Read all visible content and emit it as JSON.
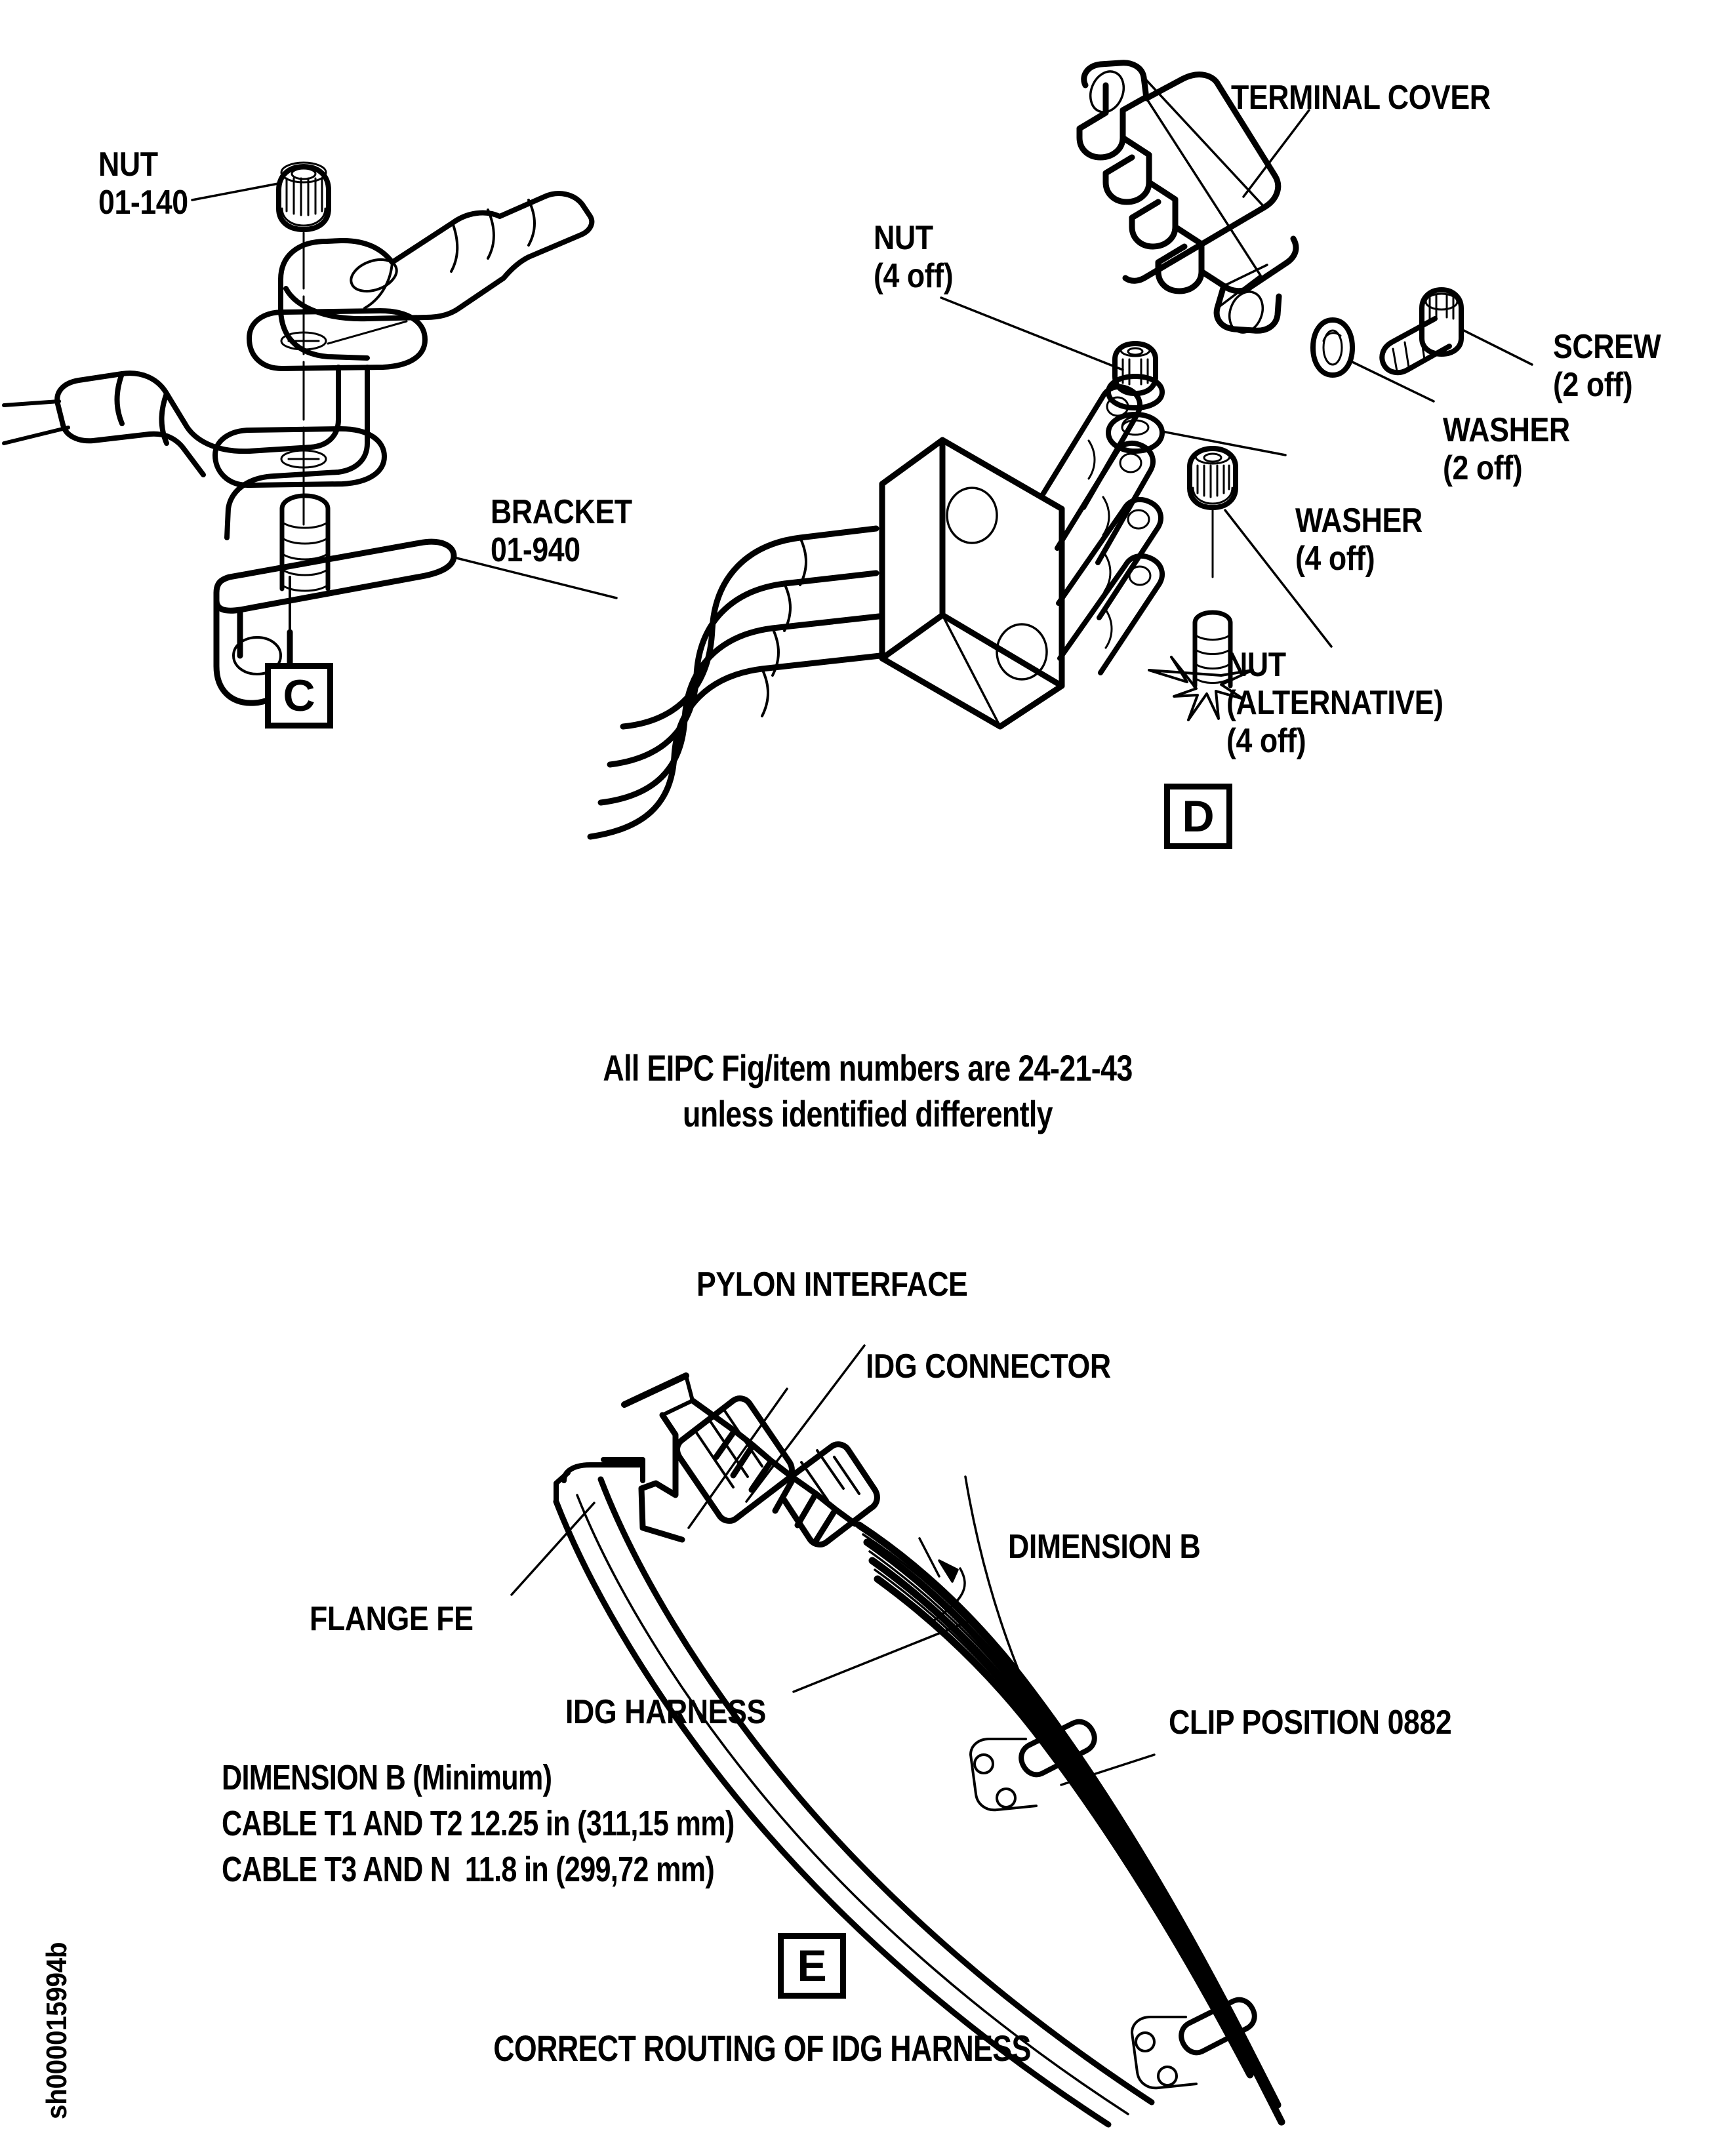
{
  "sheet": {
    "id": "sh000015994b"
  },
  "note": {
    "line1": "All EIPC Fig/item numbers are 24-21-43",
    "line2": "unless identified differently"
  },
  "sections": {
    "c": {
      "tag": "C",
      "labels": {
        "nut": "NUT\n01-140",
        "bracket": "BRACKET\n01-940"
      }
    },
    "d": {
      "tag": "D",
      "labels": {
        "terminal_cover": "TERMINAL COVER",
        "nut_4off": "NUT\n(4 off)",
        "screw_2off": "SCREW\n(2 off)",
        "washer_2off": "WASHER\n(2 off)",
        "washer_4off": "WASHER\n(4 off)",
        "nut_alternative": "NUT\n(ALTERNATIVE)\n(4 off)"
      }
    },
    "e": {
      "tag": "E",
      "caption": "CORRECT ROUTING OF IDG HARNESS",
      "labels": {
        "pylon_interface": "PYLON INTERFACE",
        "idg_connector": "IDG CONNECTOR",
        "dimension_b": "DIMENSION B",
        "flange_fe": "FLANGE FE",
        "idg_harness": "IDG HARNESS",
        "clip_position": "CLIP POSITION 0882"
      },
      "dimension_table": {
        "title": "DIMENSION B (Minimum)",
        "row1": "CABLE T1 AND T2 12.25 in (311,15 mm)",
        "row2": "CABLE T3 AND N  11.8 in (299,72 mm)"
      }
    }
  },
  "colors": {
    "ink": "#000000",
    "paper": "#ffffff"
  }
}
